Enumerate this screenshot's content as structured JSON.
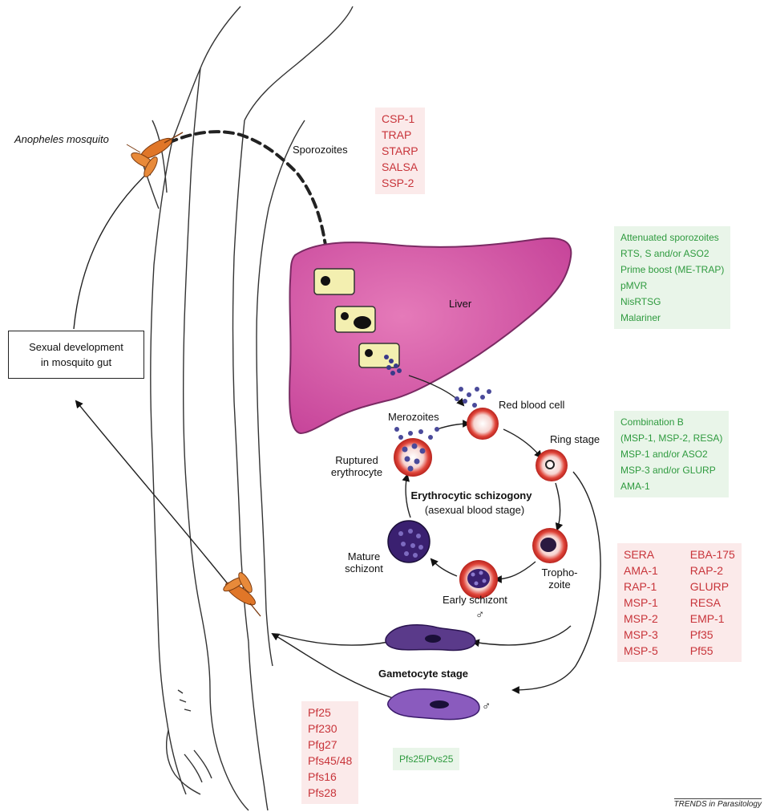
{
  "labels": {
    "mosquito": "Anopheles mosquito",
    "sporozoites": "Sporozoites",
    "liver": "Liver",
    "merozoites": "Merozoites",
    "red_blood_cell": "Red blood cell",
    "ring_stage": "Ring stage",
    "ruptured_erythrocyte_1": "Ruptured",
    "ruptured_erythrocyte_2": "erythrocyte",
    "cycle_title": "Erythrocytic schizogony",
    "cycle_subtitle": "(asexual blood stage)",
    "mature_schizont_1": "Mature",
    "mature_schizont_2": "schizont",
    "trophozoite_1": "Tropho-",
    "trophozoite_2": "zoite",
    "early_schizont": "Early schizont",
    "gametocyte_stage": "Gametocyte stage",
    "male_symbol_1": "♂",
    "male_symbol_2": "♂",
    "sexual_dev_1": "Sexual development",
    "sexual_dev_2": "in mosquito gut"
  },
  "sporozoite_antigens": [
    "CSP-1",
    "TRAP",
    "STARP",
    "SALSA",
    "SSP-2"
  ],
  "liver_vaccines": [
    "Attenuated sporozoites",
    "RTS, S and/or ASO2",
    "Prime boost (ME-TRAP)",
    "pMVR",
    "NisRTSG",
    "Malariner"
  ],
  "blood_vaccines": [
    "Combination B",
    "(MSP-1, MSP-2, RESA)",
    "MSP-1 and/or ASO2",
    "MSP-3 and/or GLURP",
    "AMA-1"
  ],
  "blood_antigens_col1": [
    "SERA",
    "AMA-1",
    "RAP-1",
    "MSP-1",
    "MSP-2",
    "MSP-3",
    "MSP-5"
  ],
  "blood_antigens_col2": [
    "EBA-175",
    "RAP-2",
    "GLURP",
    "RESA",
    "EMP-1",
    "Pf35",
    "Pf55"
  ],
  "gametocyte_antigens": [
    "Pf25",
    "Pf230",
    "Pfg27",
    "Pfs45/48",
    "Pfs16",
    "Pfs28"
  ],
  "gametocyte_vaccine": "Pfs25/Pvs25",
  "footer": "TRENDS in Parasitology",
  "colors": {
    "liver_fill": "#d65aa8",
    "liver_stroke": "#7a2a63",
    "mosquito": "#e07628",
    "red_cell": "#d8332b",
    "schizont": "#3a2070",
    "gametocyte": "#6a3c9c",
    "antigen_text": "#c8343a",
    "vaccine_text": "#2e9a3e"
  }
}
